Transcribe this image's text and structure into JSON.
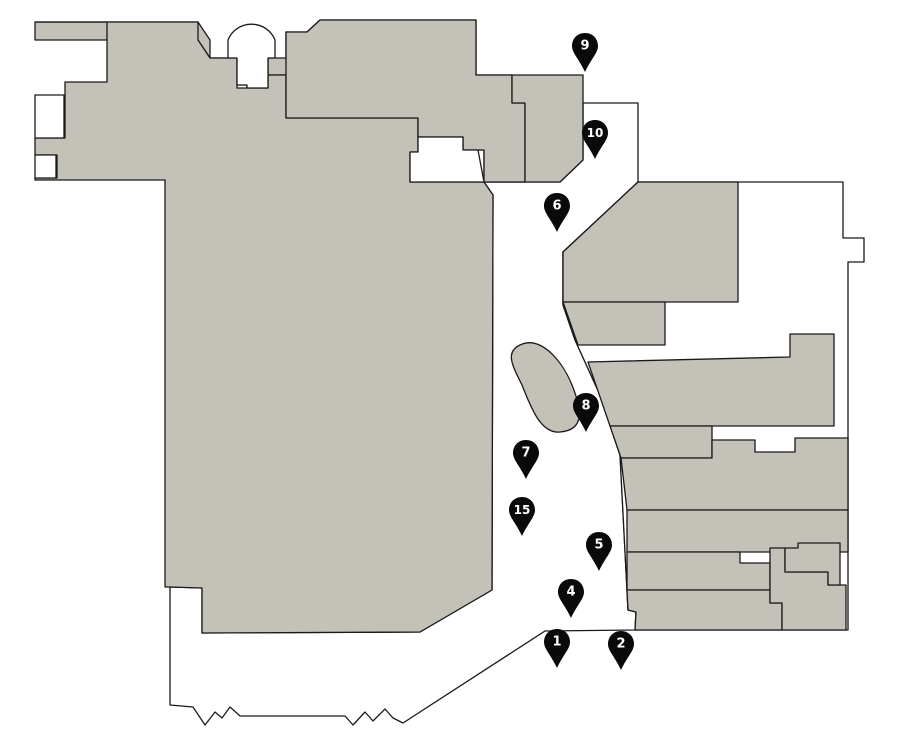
{
  "map": {
    "fill_color": "#c4c2b8",
    "background_color": "#ffffff",
    "line_color": "#1a1a1a",
    "marker_color": "#0a0a0a",
    "marker_icon": "map-pin-icon"
  },
  "markers": [
    {
      "id": "1",
      "label": "1"
    },
    {
      "id": "2",
      "label": "2"
    },
    {
      "id": "4",
      "label": "4"
    },
    {
      "id": "5",
      "label": "5"
    },
    {
      "id": "6",
      "label": "6"
    },
    {
      "id": "7",
      "label": "7"
    },
    {
      "id": "8",
      "label": "8"
    },
    {
      "id": "9",
      "label": "9"
    },
    {
      "id": "10",
      "label": "10"
    },
    {
      "id": "15",
      "label": "15"
    }
  ]
}
